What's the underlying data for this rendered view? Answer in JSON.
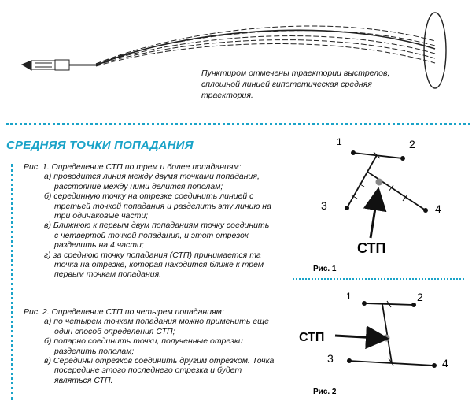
{
  "top_caption": "Пунктиром отмечены траектории выстрелов, сплошной линией  гипотетическая средняя траектория.",
  "section_title": "СРЕДНЯЯ ТОЧКИ ПОПАДАНИЯ",
  "fig1_text": {
    "heading": "Рис. 1. Определение СТП по трем и более попаданиям:",
    "items": [
      "а) проводится линия между двумя точками попадания, расстояние между ними делится пополам;",
      "б) серединную точку на отрезке соединить линией с третьей точкой попадания и разделить эту линию на три одинаковые части;",
      "в) Ближнюю к первым двум попаданиям точку соединить с четвертой точкой попадания, и этот отрезок разделить на 4 части;",
      "г) за среднюю точку попадания (СТП) принимается та точка на отрезке, которая находится ближе к трем первым точкам попадания."
    ]
  },
  "fig2_text": {
    "heading": "Рис. 2. Определение СТП по четырем попаданиям:",
    "items": [
      "а) по четырем точкам попадания можно применить еще один способ определения СТП;",
      "б) попарно соединить точки, полученные отрезки разделить пополам;",
      "в) Середины отрезков соединить другим отрезком. Точка посередине этого последнего отрезка и будет являться СТП."
    ]
  },
  "figure1": {
    "label": "Рис. 1",
    "stp": "СТП",
    "points": [
      "1",
      "2",
      "3",
      "4"
    ]
  },
  "figure2": {
    "label": "Рис. 2",
    "stp": "СТП",
    "points": [
      "1",
      "2",
      "3",
      "4"
    ]
  },
  "colors": {
    "accent": "#1aa3c8",
    "stp_dot": "#888888",
    "ink": "#111111"
  }
}
